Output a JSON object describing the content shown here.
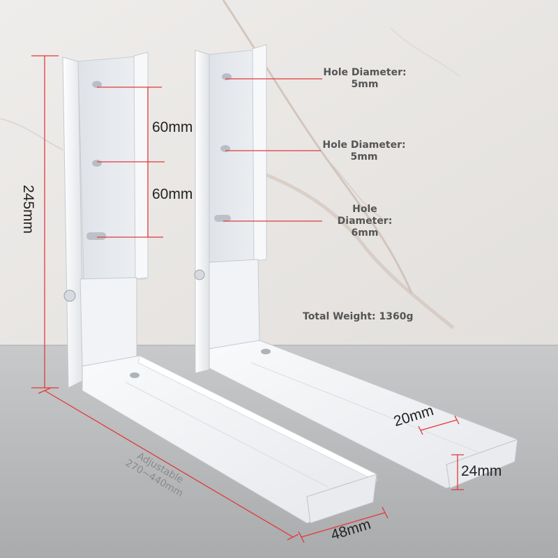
{
  "dimensions": {
    "height": "245mm",
    "hole_spacing_top": "60mm",
    "hole_spacing_bottom": "60mm",
    "adjustable_line1": "Adjustable",
    "adjustable_line2": "270~440mm",
    "width": "48mm",
    "slot_width": "20mm",
    "arm_thickness": "24mm"
  },
  "annotations": {
    "hole1_line1": "Hole Diameter:",
    "hole1_line2": "5mm",
    "hole2_line1": "Hole Diameter:",
    "hole2_line2": "5mm",
    "hole3_line1": "Hole",
    "hole3_line2": "Diameter:",
    "hole3_line3": "6mm",
    "total_weight": "Total Weight: 1360g"
  },
  "colors": {
    "dimension_line": "#e03a3a",
    "wall": "#e8e5e2",
    "floor": "#b9bbbd",
    "bracket": "#f4f5f7"
  }
}
